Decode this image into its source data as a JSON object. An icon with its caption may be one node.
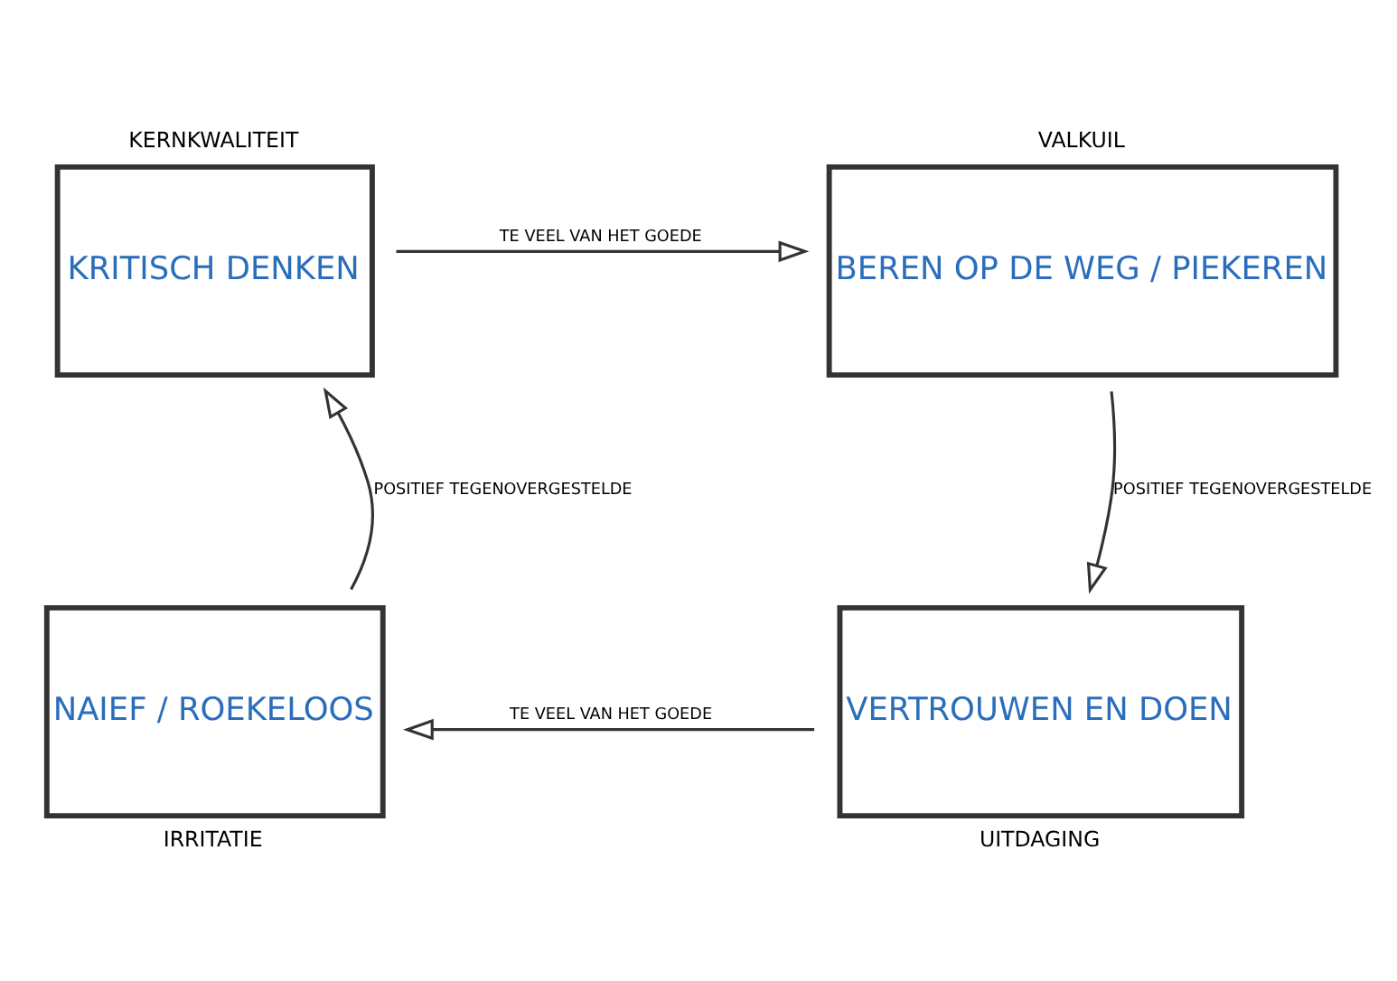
{
  "diagram": {
    "nodes": [
      {
        "text": [
          "KERNKWALITEIT",
          "KRITISCH DENKEN"
        ]
      },
      {
        "text": [
          "VALKUIL",
          "BEREN OP DE WEG / PIEKEREN"
        ]
      },
      {
        "text": [
          "NAIEF / ROEKELOOS",
          "IRRITATIE"
        ]
      },
      {
        "text": [
          "VERTROUWEN EN DOEN",
          "UITDAGING"
        ]
      }
    ],
    "edges": [
      {
        "from": 0,
        "to": 1,
        "arrow": "to",
        "label": "TE VEEL VAN HET GOEDE"
      },
      {
        "from": 1,
        "to": 3,
        "arrow": "to",
        "label": "POSITIEF TEGENOVERGESTELDE"
      },
      {
        "from": 3,
        "to": 2,
        "arrow": "to",
        "label": "TE VEEL VAN HET GOEDE"
      },
      {
        "from": 2,
        "to": 0,
        "arrow": "to",
        "label": "POSITIEF TEGENOVERGESTELDE"
      }
    ]
  }
}
